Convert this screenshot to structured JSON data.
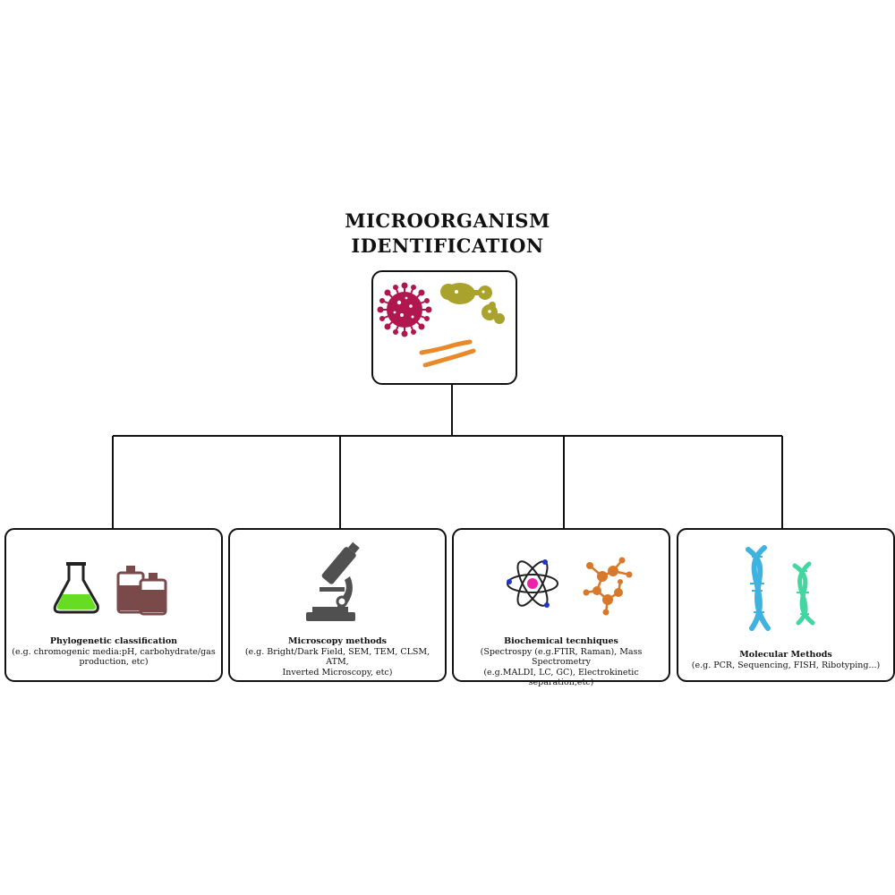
{
  "diagram": {
    "title_line1": "MICROORGANISM",
    "title_line2": "IDENTIFICATION"
  },
  "cards": [
    {
      "title": "Phylogenetic classification",
      "desc_line1": "(e.g. chromogenic media:pH, carbohydrate/gas",
      "desc_line2": "production, etc)"
    },
    {
      "title": "Microscopy methods",
      "desc_line1": "(e.g. Bright/Dark Field, SEM,  TEM, CLSM, ATM,",
      "desc_line2": "Inverted Microscopy, etc)"
    },
    {
      "title": "Biochemical tecnhiques",
      "desc_line1": "(Spectrospy (e.g.FTIR, Raman), Mass Spectrometry",
      "desc_line2": "(e.g.MALDI, LC, GC), Electrokinetic separation,etc)"
    },
    {
      "title": "Molecular Methods",
      "desc_line1": "(e.g. PCR, Sequencing, FISH, Ribotyping...)"
    }
  ],
  "icons": {
    "root": [
      "virus-icon",
      "yeast-icon",
      "bacilli-icon"
    ],
    "card1": [
      "flask-icon",
      "bottles-icon"
    ],
    "card2": [
      "microscope-icon"
    ],
    "card3": [
      "atom-icon",
      "molecule-icon"
    ],
    "card4": [
      "dna-helix-icon"
    ]
  },
  "colors": {
    "virus": "#b0174f",
    "yeast": "#a9a32e",
    "bacilli": "#e8892b",
    "flask_liquid": "#66dd22",
    "bottles": "#7a4a4a",
    "microscope": "#505050",
    "atom_nucleus": "#ee22aa",
    "atom_electron": "#2233cc",
    "molecule": "#d8782a",
    "dna_blue": "#3fb3e0",
    "dna_green": "#44d6a0"
  }
}
